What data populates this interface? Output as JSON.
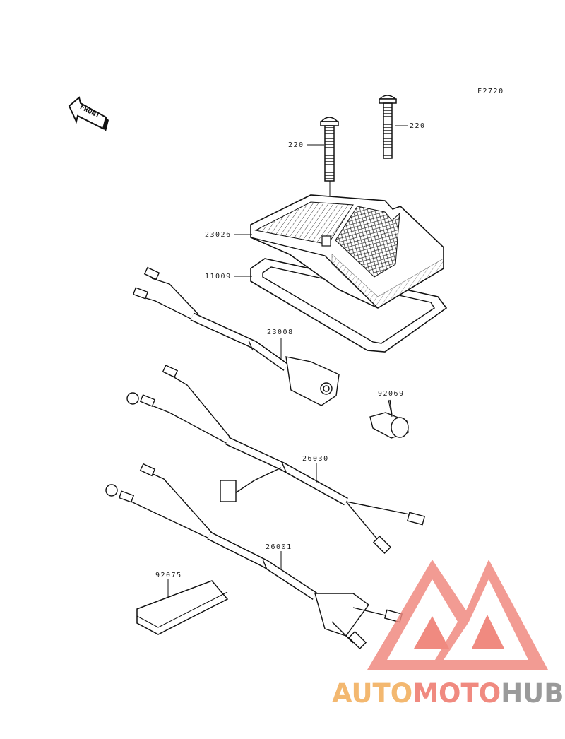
{
  "figure_code": "F2720",
  "front_label": "FRONT",
  "parts": {
    "screw_right": "220",
    "screw_left": "220",
    "lens": "23026",
    "gasket": "11009",
    "socket": "23008",
    "bulb": "92069",
    "harness_a": "26030",
    "harness_b": "26001",
    "pad": "92075"
  },
  "watermark": {
    "part1": "AUTO",
    "part2": "MOTO",
    "part3": "HUB",
    "colors": {
      "auto": "#f3b870",
      "moto": "#f08a80",
      "hub": "#9a9a9a",
      "triangle": "#f08a80"
    }
  }
}
